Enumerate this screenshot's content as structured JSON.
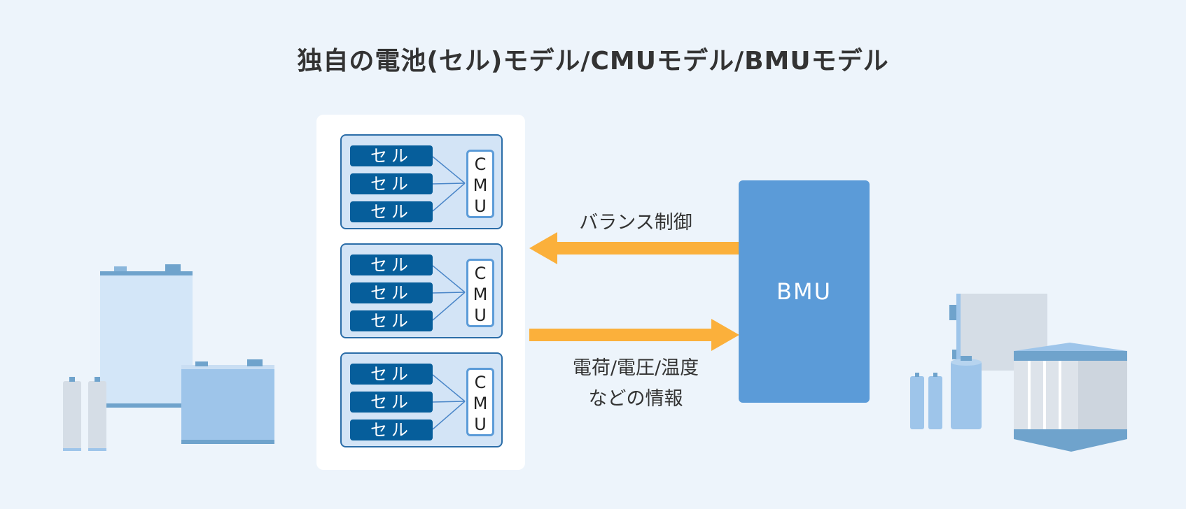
{
  "title": "独自の電池(セル)モデル/CMUモデル/BMUモデル",
  "modules": [
    {
      "cells": [
        "セル",
        "セル",
        "セル"
      ],
      "controller": "CMU"
    },
    {
      "cells": [
        "セル",
        "セル",
        "セル"
      ],
      "controller": "CMU"
    },
    {
      "cells": [
        "セル",
        "セル",
        "セル"
      ],
      "controller": "CMU"
    }
  ],
  "bmu_label": "BMU",
  "arrow_left_label": "バランス制御",
  "arrow_right_label_line1": "電荷/電圧/温度",
  "arrow_right_label_line2": "などの情報",
  "colors": {
    "background": "#edf4fb",
    "cell": "#065e9b",
    "module_fill": "#d3e4f6",
    "bmu": "#5b9bd8",
    "arrow": "#fbb03b"
  }
}
